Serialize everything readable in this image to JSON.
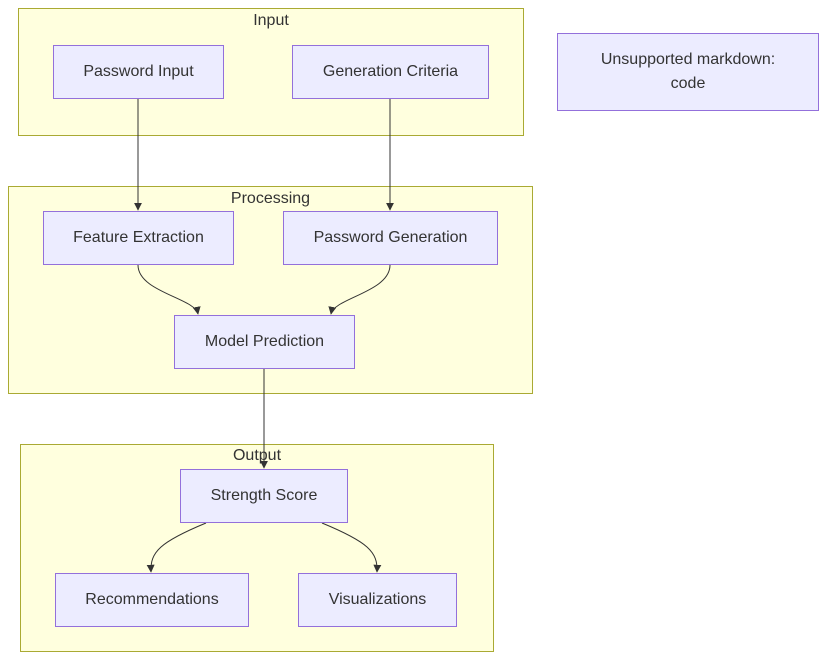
{
  "clusters": {
    "input": {
      "title": "Input"
    },
    "processing": {
      "title": "Processing"
    },
    "output": {
      "title": "Output"
    }
  },
  "nodes": {
    "password_input": "Password Input",
    "generation_criteria": "Generation Criteria",
    "feature_extraction": "Feature Extraction",
    "password_generation": "Password Generation",
    "model_prediction": "Model Prediction",
    "strength_score": "Strength Score",
    "recommendations": "Recommendations",
    "visualizations": "Visualizations",
    "unsupported_line1": "Unsupported markdown:",
    "unsupported_line2": "code"
  },
  "edges": [
    {
      "from": "Password Input",
      "to": "Feature Extraction"
    },
    {
      "from": "Generation Criteria",
      "to": "Password Generation"
    },
    {
      "from": "Feature Extraction",
      "to": "Model Prediction"
    },
    {
      "from": "Password Generation",
      "to": "Model Prediction"
    },
    {
      "from": "Model Prediction",
      "to": "Strength Score"
    },
    {
      "from": "Strength Score",
      "to": "Recommendations"
    },
    {
      "from": "Strength Score",
      "to": "Visualizations"
    }
  ]
}
